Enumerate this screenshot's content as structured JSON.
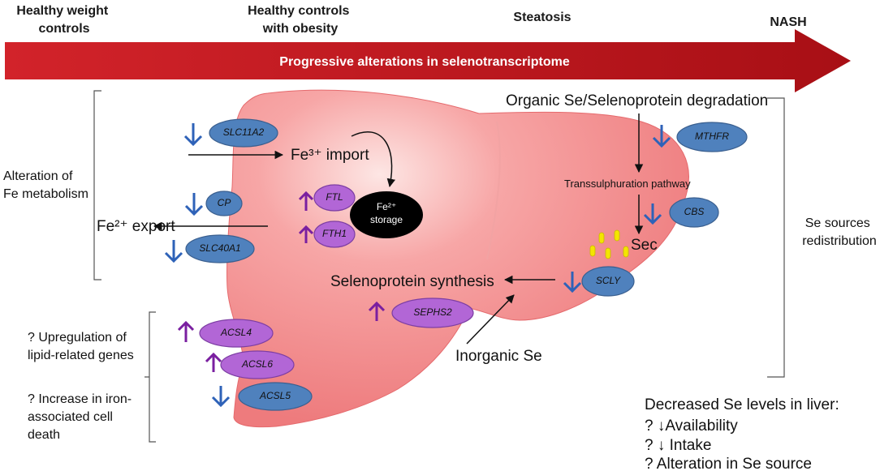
{
  "stages": [
    "Healthy weight controls",
    "Healthy controls with obesity",
    "Steatosis",
    "NASH"
  ],
  "banner": "Progressive alterations in selenotranscriptome",
  "left_bracket_label": "Alteration of Fe metabolism",
  "lipid_questions": [
    "? Upregulation of lipid-related genes",
    "? Increase in iron-associated cell death"
  ],
  "fe3_import": "Fe³⁺ import",
  "fe2_export": "Fe²⁺ export",
  "fe2_storage": {
    "line1": "Fe²⁺",
    "line2": "storage"
  },
  "genes": {
    "slc11a2": "SLC11A2",
    "cp": "CP",
    "slc40a1": "SLC40A1",
    "ftl": "FTL",
    "fth1": "FTH1",
    "acsl4": "ACSL4",
    "acsl6": "ACSL6",
    "acsl5": "ACSL5",
    "sephs2": "SEPHS2",
    "mthfr": "MTHFR",
    "cbs": "CBS",
    "scly": "SCLY"
  },
  "organic_se": "Organic Se/Selenoprotein degradation",
  "transsulphuration": "Transsulphuration pathway",
  "sec": "Sec",
  "selenoprotein_synthesis": "Selenoprotein synthesis",
  "inorganic_se": "Inorganic Se",
  "se_sources": [
    "Se sources",
    "redistribution"
  ],
  "decreased": {
    "title": "Decreased Se levels in liver:",
    "items": [
      "? ↓Availability",
      "? ↓ Intake",
      "? Alteration in Se source"
    ]
  },
  "colors": {
    "banner": "#c0141b",
    "liver": "#f08080",
    "blue_gene": "#4f81bd",
    "purple_gene": "#b266d6",
    "down_arrow": "#2e62b8",
    "up_arrow": "#7a1fa0"
  }
}
